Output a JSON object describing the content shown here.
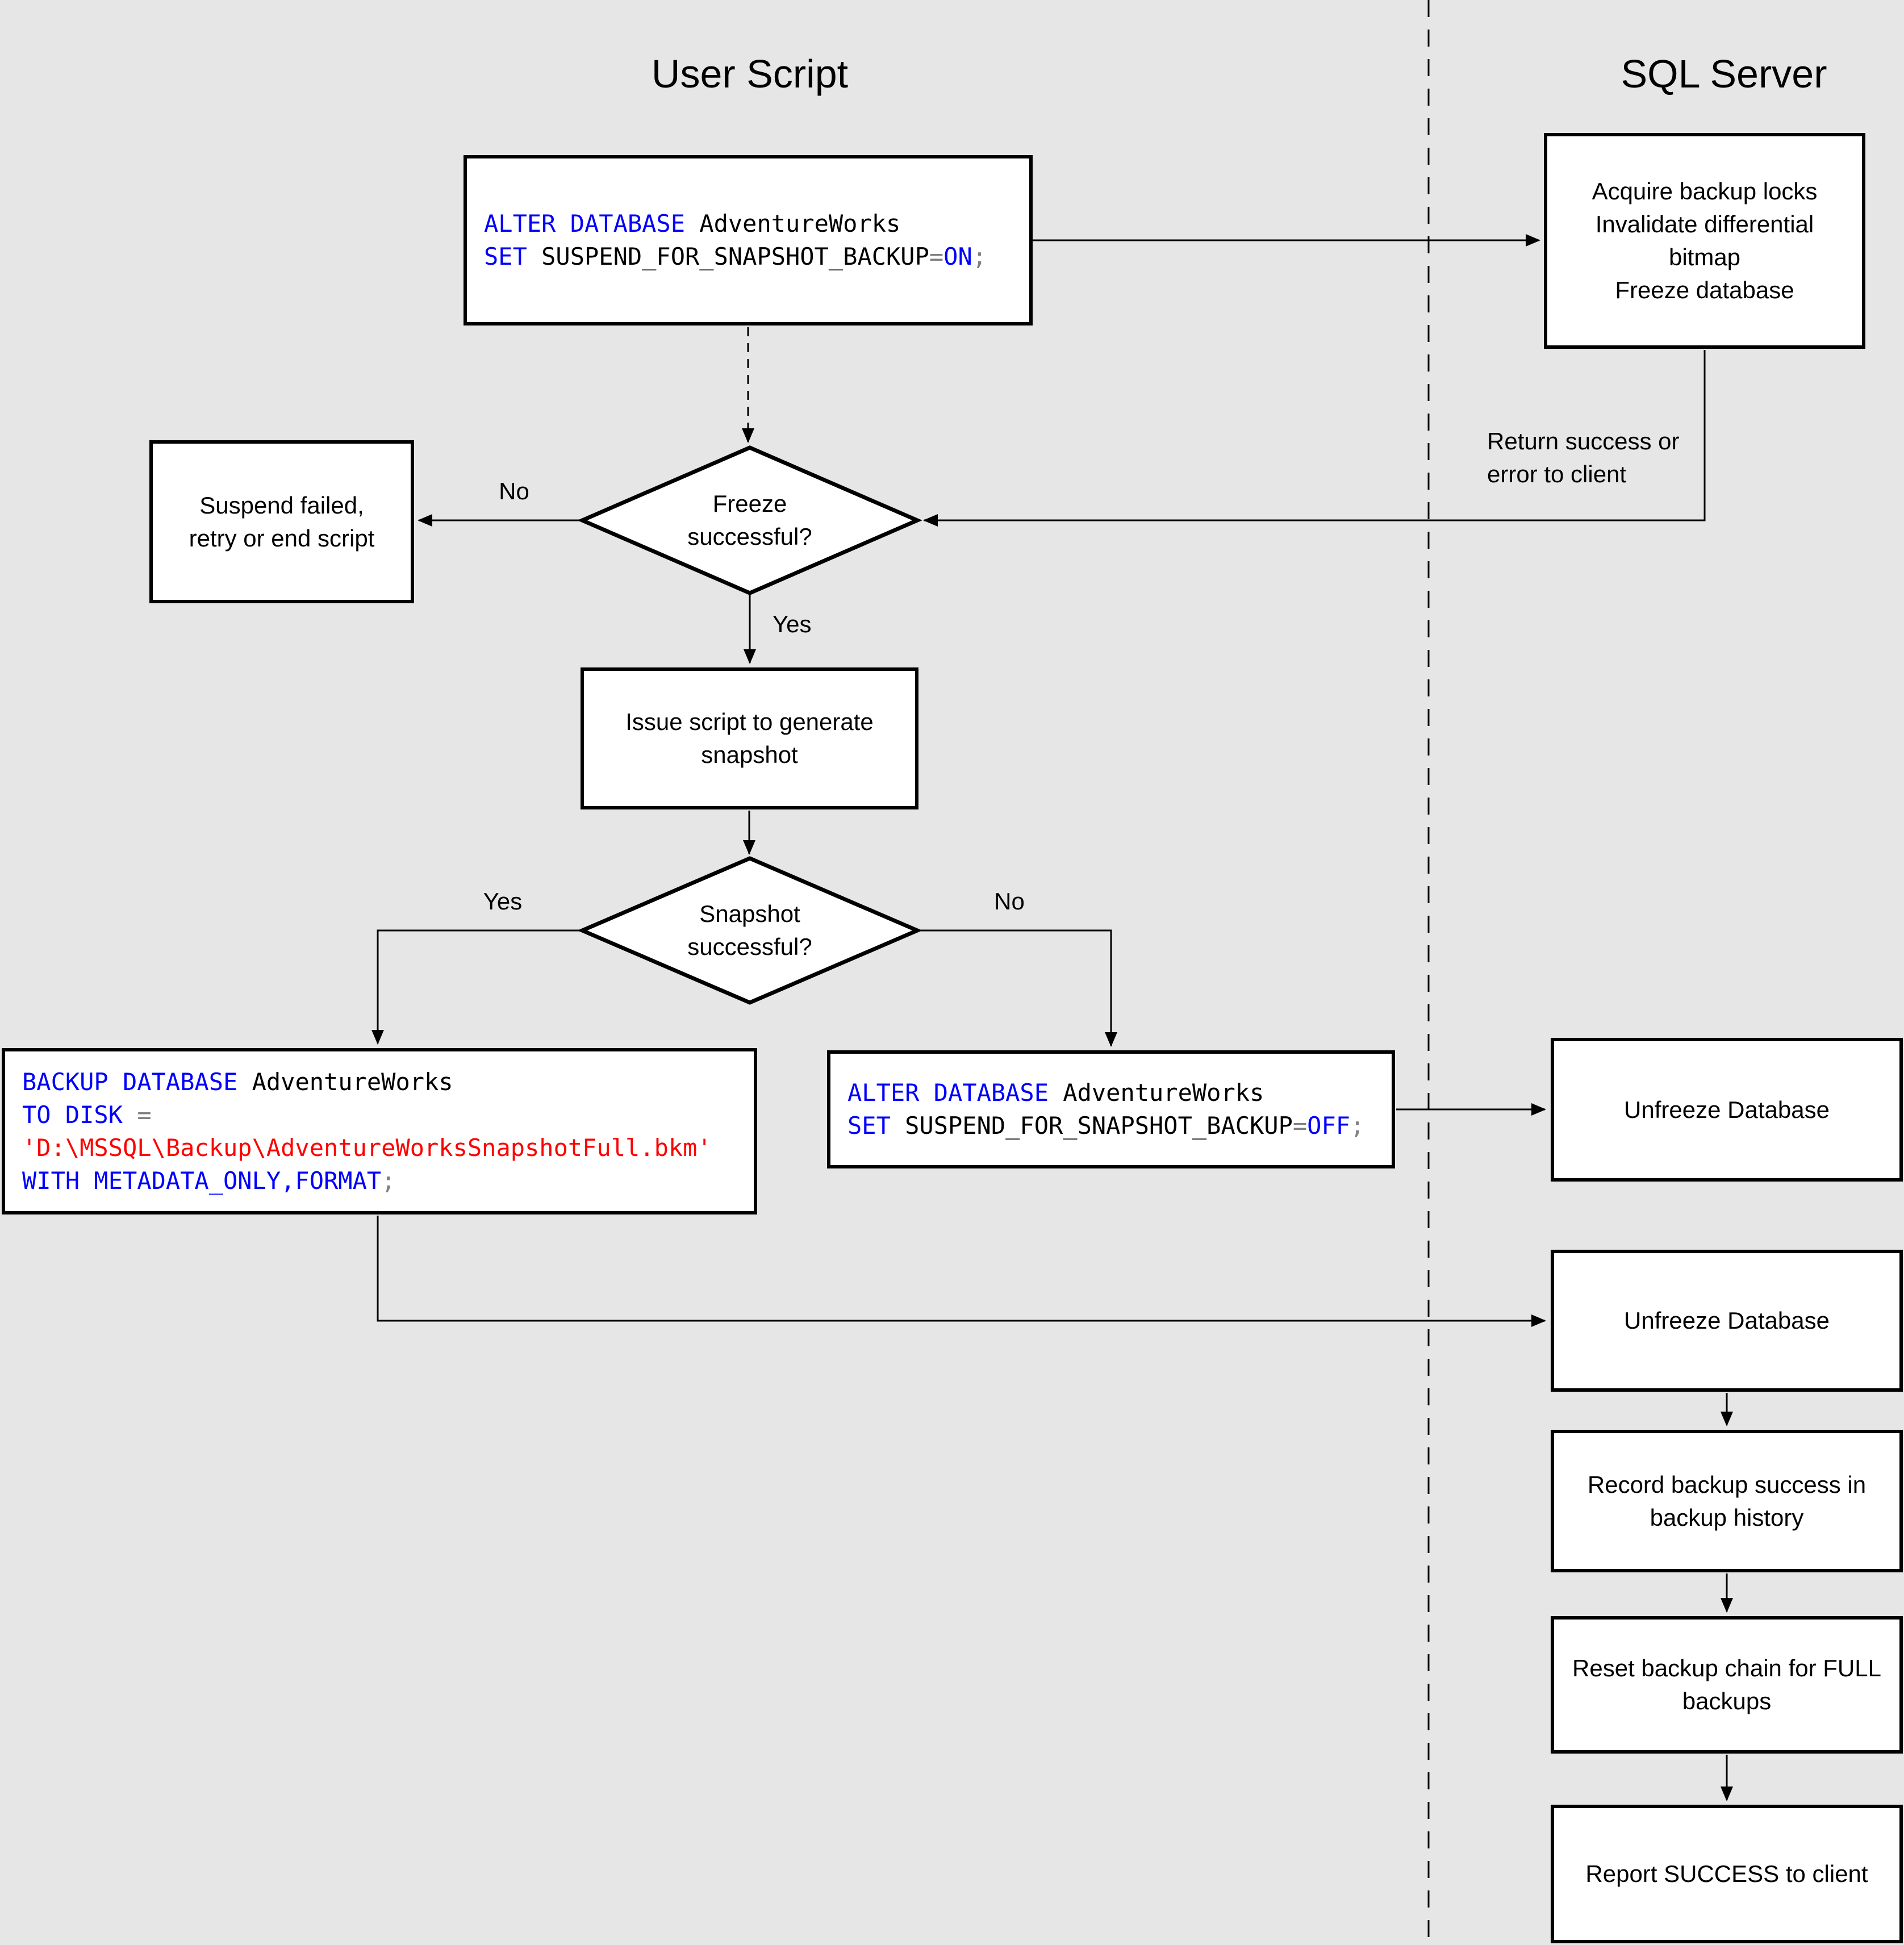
{
  "titles": {
    "user_script": "User Script",
    "sql_server": "SQL Server"
  },
  "colors": {
    "background": "#e6e6e6",
    "node_fill": "#ffffff",
    "node_border": "#000000",
    "connector": "#000000",
    "sql_keyword": "#0000ff",
    "sql_string": "#ff0000",
    "sql_operator": "#808080",
    "sql_text": "#000000"
  },
  "code_boxes": {
    "alter_on": {
      "lines": [
        {
          "segments": [
            {
              "text": "ALTER DATABASE",
              "type": "keyword"
            },
            {
              "text": " AdventureWorks",
              "type": "plain"
            }
          ]
        },
        {
          "segments": [
            {
              "text": "SET",
              "type": "keyword"
            },
            {
              "text": " SUSPEND_FOR_SNAPSHOT_BACKUP",
              "type": "plain"
            },
            {
              "text": "=",
              "type": "operator"
            },
            {
              "text": "ON",
              "type": "keyword"
            },
            {
              "text": ";",
              "type": "operator"
            }
          ]
        }
      ]
    },
    "backup": {
      "lines": [
        {
          "segments": [
            {
              "text": "BACKUP DATABASE",
              "type": "keyword"
            },
            {
              "text": " AdventureWorks",
              "type": "plain"
            }
          ]
        },
        {
          "segments": [
            {
              "text": "TO DISK",
              "type": "keyword"
            },
            {
              "text": " ",
              "type": "plain"
            },
            {
              "text": "=",
              "type": "operator"
            }
          ]
        },
        {
          "segments": [
            {
              "text": "'D:\\MSSQL\\Backup\\AdventureWorksSnapshotFull.bkm'",
              "type": "string"
            }
          ]
        },
        {
          "segments": [
            {
              "text": "WITH METADATA_ONLY,FORMAT",
              "type": "keyword"
            },
            {
              "text": ";",
              "type": "operator"
            }
          ]
        }
      ]
    },
    "alter_off": {
      "lines": [
        {
          "segments": [
            {
              "text": "ALTER DATABASE",
              "type": "keyword"
            },
            {
              "text": " AdventureWorks",
              "type": "plain"
            }
          ]
        },
        {
          "segments": [
            {
              "text": "SET",
              "type": "keyword"
            },
            {
              "text": " SUSPEND_FOR_SNAPSHOT_BACKUP",
              "type": "plain"
            },
            {
              "text": "=",
              "type": "operator"
            },
            {
              "text": "OFF",
              "type": "keyword"
            },
            {
              "text": ";",
              "type": "operator"
            }
          ]
        }
      ]
    }
  },
  "process_boxes": {
    "acquire": {
      "lines": [
        "Acquire backup locks",
        "Invalidate differential",
        "bitmap",
        "Freeze database"
      ]
    },
    "suspend_failed": {
      "lines": [
        "Suspend failed,",
        "retry or end script"
      ]
    },
    "issue_script": {
      "lines": [
        "Issue script to generate",
        "snapshot"
      ]
    },
    "unfreeze_1": {
      "label": "Unfreeze Database"
    },
    "unfreeze_2": {
      "label": "Unfreeze Database"
    },
    "record_history": {
      "lines": [
        "Record backup success in",
        "backup history"
      ]
    },
    "reset_chain": {
      "lines": [
        "Reset backup chain for FULL",
        "backups"
      ]
    },
    "report_success": {
      "label": "Report SUCCESS to client"
    }
  },
  "decisions": {
    "freeze": {
      "lines": [
        "Freeze",
        "successful?"
      ]
    },
    "snapshot": {
      "lines": [
        "Snapshot",
        "successful?"
      ]
    }
  },
  "edge_labels": {
    "freeze_no": "No",
    "freeze_yes": "Yes",
    "snapshot_yes": "Yes",
    "snapshot_no": "No",
    "return_note": {
      "lines": [
        "Return success or",
        "error to client"
      ]
    }
  }
}
